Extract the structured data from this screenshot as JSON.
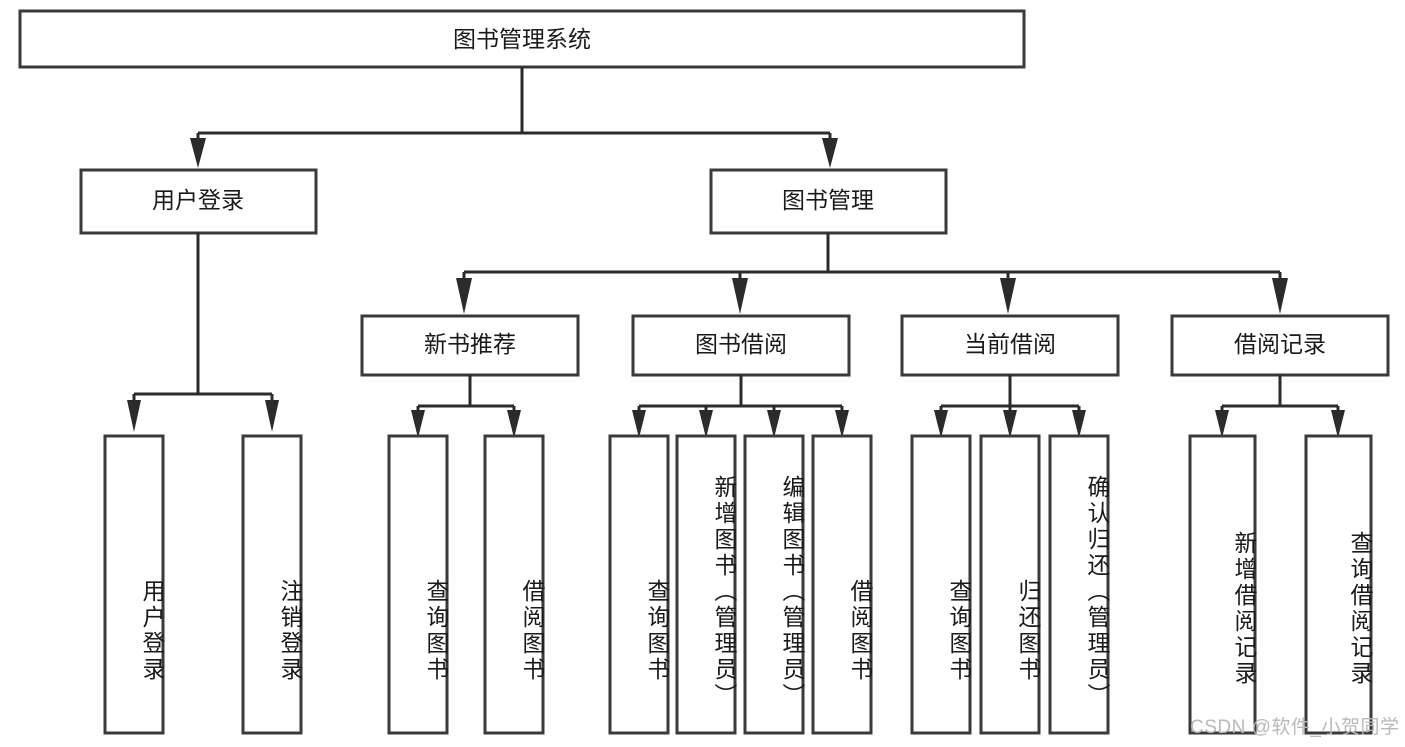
{
  "diagram": {
    "type": "tree-hierarchy",
    "title": "图书管理系统",
    "orientation": "top-down",
    "colors": {
      "box_stroke": "#3a3a3a",
      "box_fill": "#ffffff",
      "connector": "#2b2b2b",
      "text": "#1a1a1a",
      "watermark": "#b9b9b9",
      "background": "#ffffff"
    },
    "root": {
      "label": "图书管理系统"
    },
    "level1": [
      {
        "label": "用户登录"
      },
      {
        "label": "图书管理"
      }
    ],
    "level2": [
      {
        "label": "新书推荐"
      },
      {
        "label": "图书借阅"
      },
      {
        "label": "当前借阅"
      },
      {
        "label": "借阅记录"
      }
    ],
    "leaves": {
      "user_login": [
        {
          "label": "用户登录"
        },
        {
          "label": "注销登录"
        }
      ],
      "new_book": [
        {
          "label": "查询图书"
        },
        {
          "label": "借阅图书"
        }
      ],
      "book_borrow": [
        {
          "label": "查询图书"
        },
        {
          "label": "新增图书（管理员）"
        },
        {
          "label": "编辑图书（管理员）"
        },
        {
          "label": "借阅图书"
        }
      ],
      "current_borrow": [
        {
          "label": "查询图书"
        },
        {
          "label": "归还图书"
        },
        {
          "label": "确认归还（管理员）"
        }
      ],
      "borrow_record": [
        {
          "label": "新增借阅记录"
        },
        {
          "label": "查询借阅记录"
        }
      ]
    }
  },
  "watermark": {
    "text": "CSDN @软件_小贺同学"
  }
}
